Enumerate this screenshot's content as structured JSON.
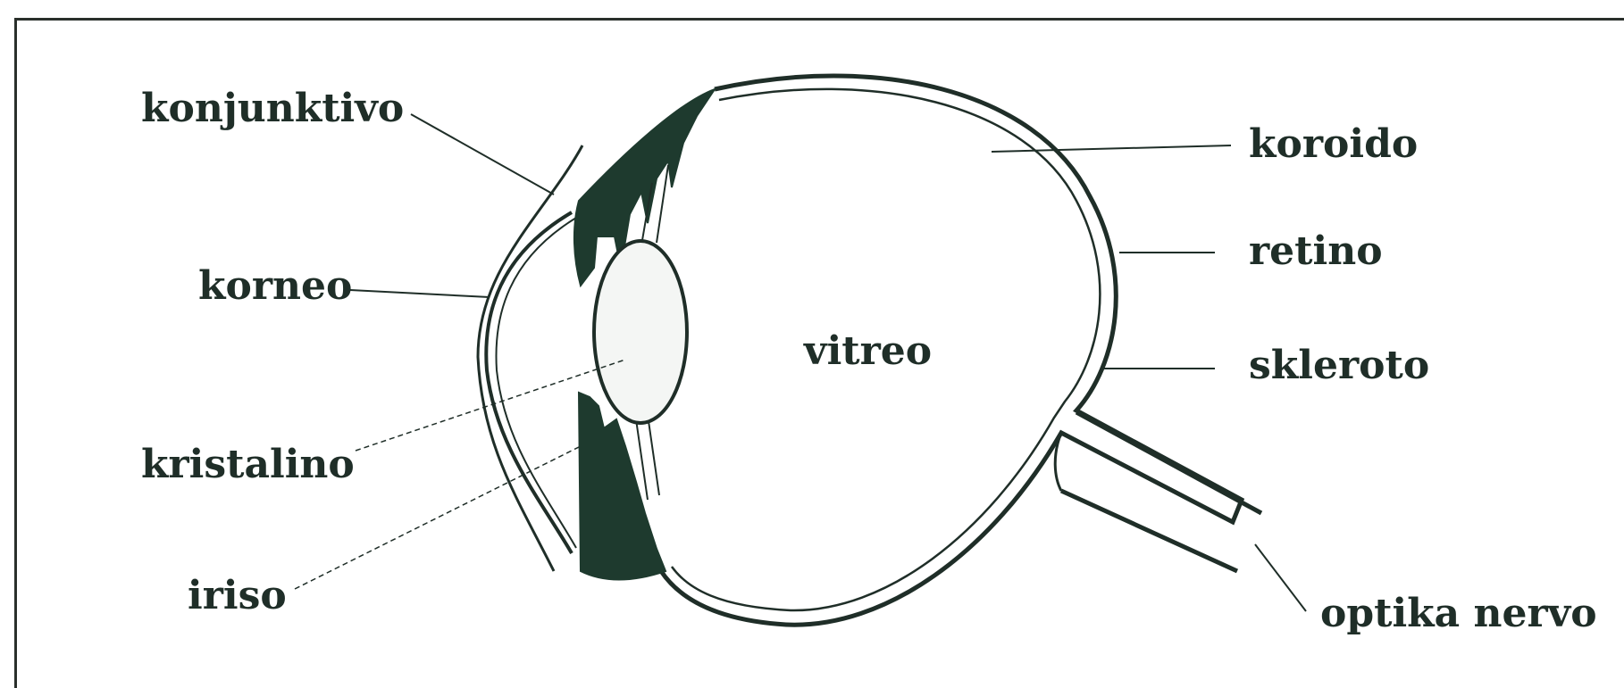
{
  "diagram": {
    "labels": {
      "conjunctiva": "konjunktivo",
      "cornea": "korneo",
      "lens": "kristalino",
      "iris": "iriso",
      "vitreous": "vitreo",
      "choroid": "koroido",
      "retina": "retino",
      "sclera": "skleroto",
      "optic_nerve": "optika nervo"
    },
    "colors": {
      "ink": "#1f2e28",
      "iris_fill": "#1e3a2e",
      "frame": "#2a2f2b",
      "background": "#ffffff"
    }
  }
}
